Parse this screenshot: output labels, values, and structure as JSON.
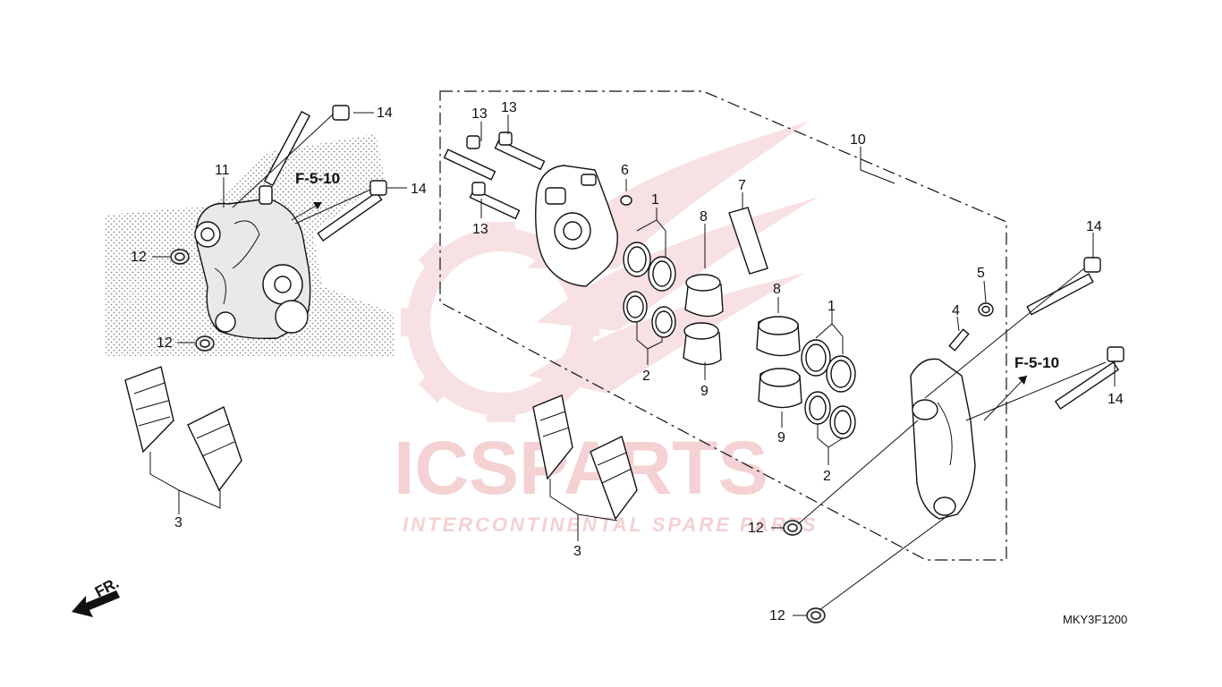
{
  "diagram": {
    "diagram_code": "MKY3F1200",
    "front_indicator": "FR.",
    "reference": "F-5-10",
    "watermark": {
      "brand": "ICSPARTS",
      "tagline": "INTERCONTINENTAL SPARE PARTS",
      "color": "#f3c9cb"
    },
    "callouts": {
      "c1a": "1",
      "c1b": "1",
      "c2a": "2",
      "c2b": "2",
      "c3a": "3",
      "c3b": "3",
      "c4": "4",
      "c5": "5",
      "c6": "6",
      "c7": "7",
      "c8a": "8",
      "c8b": "8",
      "c9a": "9",
      "c9b": "9",
      "c10": "10",
      "c11": "11",
      "c12a": "12",
      "c12b": "12",
      "c12c": "12",
      "c12d": "12",
      "c13a": "13",
      "c13b": "13",
      "c13c": "13",
      "c14a": "14",
      "c14b": "14",
      "c14c": "14",
      "c14d": "14"
    }
  }
}
